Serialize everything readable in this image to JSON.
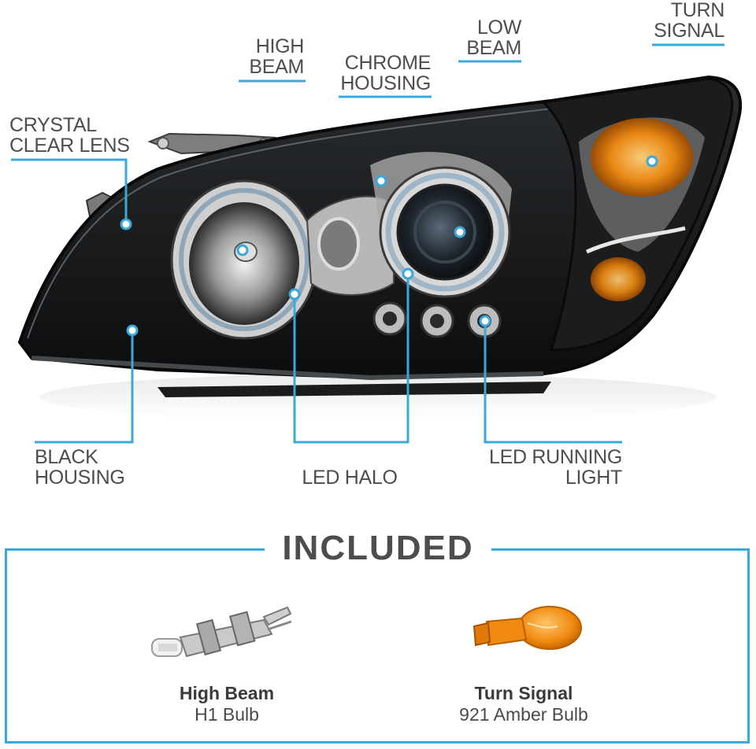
{
  "callouts": {
    "crystal_clear_lens": [
      "CRYSTAL",
      "CLEAR LENS"
    ],
    "high_beam": [
      "HIGH",
      "BEAM"
    ],
    "chrome_housing": [
      "CHROME",
      "HOUSING"
    ],
    "low_beam": [
      "LOW",
      "BEAM"
    ],
    "turn_signal": [
      "TURN",
      "SIGNAL"
    ],
    "black_housing": [
      "BLACK",
      "HOUSING"
    ],
    "led_halo": [
      "LED HALO"
    ],
    "led_running_light": [
      "LED RUNNING",
      "LIGHT"
    ]
  },
  "included": {
    "title": "INCLUDED",
    "items": [
      {
        "name": "High Beam",
        "desc": "H1 Bulb"
      },
      {
        "name": "Turn Signal",
        "desc": "921 Amber Bulb"
      }
    ]
  },
  "colors": {
    "accent": "#39a9dc",
    "text": "#4d4d4d",
    "amber": "#f08a10"
  }
}
